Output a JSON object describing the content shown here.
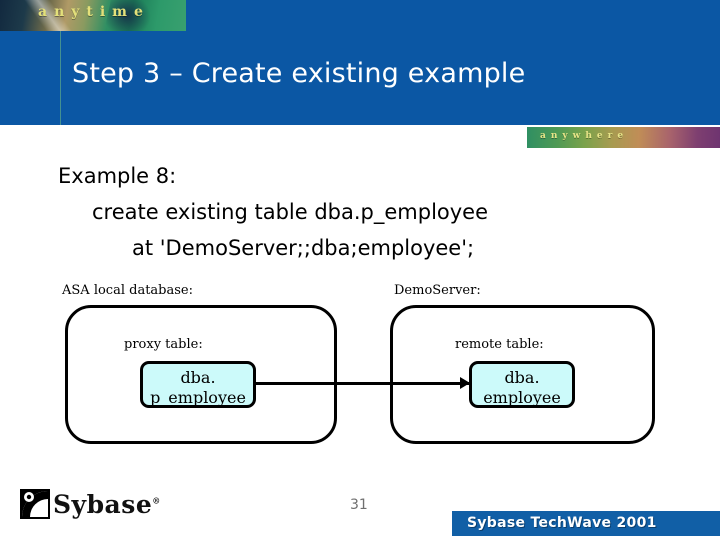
{
  "header": {
    "title": "Step 3 – Create existing example",
    "logo_anytime": "anytime",
    "logo_anywhere": "anywhere",
    "background_color": "#0b57a4"
  },
  "body": {
    "line1": "Example 8:",
    "line2": "create existing table dba.p_employee",
    "line3": "at 'DemoServer;;dba;employee';"
  },
  "diagram": {
    "local": {
      "caption": "ASA local database:",
      "table_caption": "proxy table:",
      "table_name_line1": "dba.",
      "table_name_line2": "p_employee"
    },
    "remote": {
      "caption": "DemoServer:",
      "table_caption": "remote table:",
      "table_name_line1": "dba.",
      "table_name_line2": "employee"
    },
    "box_fill_color": "#ccfafa"
  },
  "footer": {
    "brand": "Sybase",
    "brand_mark": "sybase-spiral-logo",
    "trademark": "®",
    "page_number": "31",
    "event_banner": "Sybase TechWave 2001",
    "event_banner_color": "#115fa6"
  }
}
